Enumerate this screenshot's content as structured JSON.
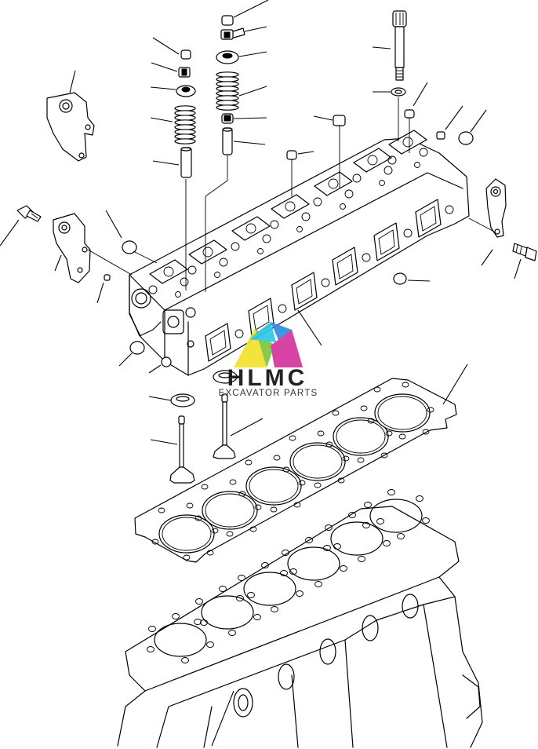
{
  "watermark": {
    "brand": "HLMC",
    "tagline": "EXCAVATOR PARTS",
    "colors": {
      "magenta": "#d4359c",
      "purple": "#7b3fb0",
      "blue": "#2f8fe0",
      "cyan": "#2ec8e8",
      "yellow": "#f2e12a",
      "green": "#7cc63f"
    }
  },
  "parts": {
    "cylinder_head": "cylinder-head",
    "head_gasket": "head-gasket",
    "cylinder_block": "cylinder-block",
    "intake_valve": "intake-valve",
    "exhaust_valve": "exhaust-valve",
    "valve_spring": "valve-spring",
    "valve_guide": "valve-guide",
    "head_bolt": "head-bolt",
    "lifting_bracket_front": "lifting-bracket",
    "lifting_bracket_rear": "lifting-bracket",
    "mounting_bolt": "mounting-bolt",
    "plug": "expansion-plug"
  }
}
